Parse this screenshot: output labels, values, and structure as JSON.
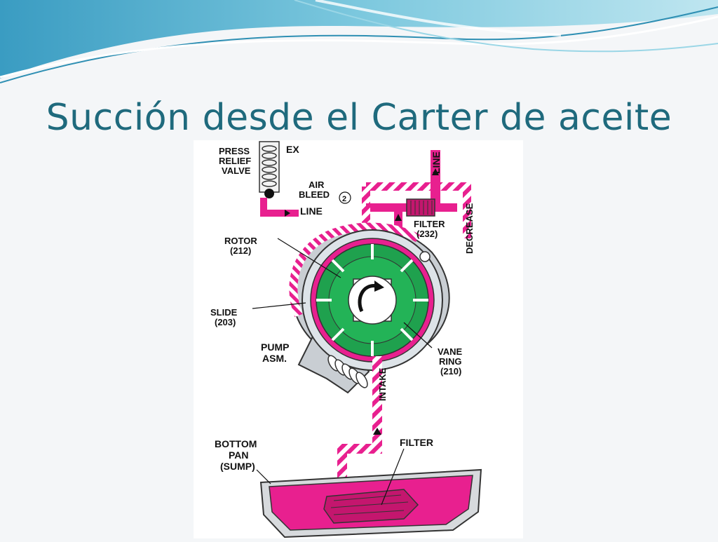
{
  "slide": {
    "title": "Succión desde el Carter de aceite",
    "colors": {
      "title": "#1f6a7d",
      "wave_dark": "#2e8fb3",
      "wave_light": "#8fd3e6",
      "fluid": "#e8208f",
      "rotor": "#1fa14e",
      "housing": "#c9ced3"
    }
  },
  "diagram": {
    "labels": {
      "press": "PRESS",
      "relief": "RELIEF",
      "valve": "VALVE",
      "ex": "EX",
      "air": "AIR",
      "bleed": "BLEED",
      "bleed_num": "2",
      "line_left": "LINE",
      "line_top": "LINE",
      "filter_top": "FILTER",
      "filter_top_num": "(232)",
      "decrease": "DECREASE",
      "rotor": "ROTOR",
      "rotor_num": "(212)",
      "slide": "SLIDE",
      "slide_num": "(203)",
      "pump": "PUMP",
      "asm": "ASM.",
      "vane": "VANE",
      "ring": "RING",
      "vane_num": "(210)",
      "intake": "INTAKE",
      "bottom": "BOTTOM",
      "pan": "PAN",
      "sump": "(SUMP)",
      "filter_pan": "FILTER"
    }
  }
}
